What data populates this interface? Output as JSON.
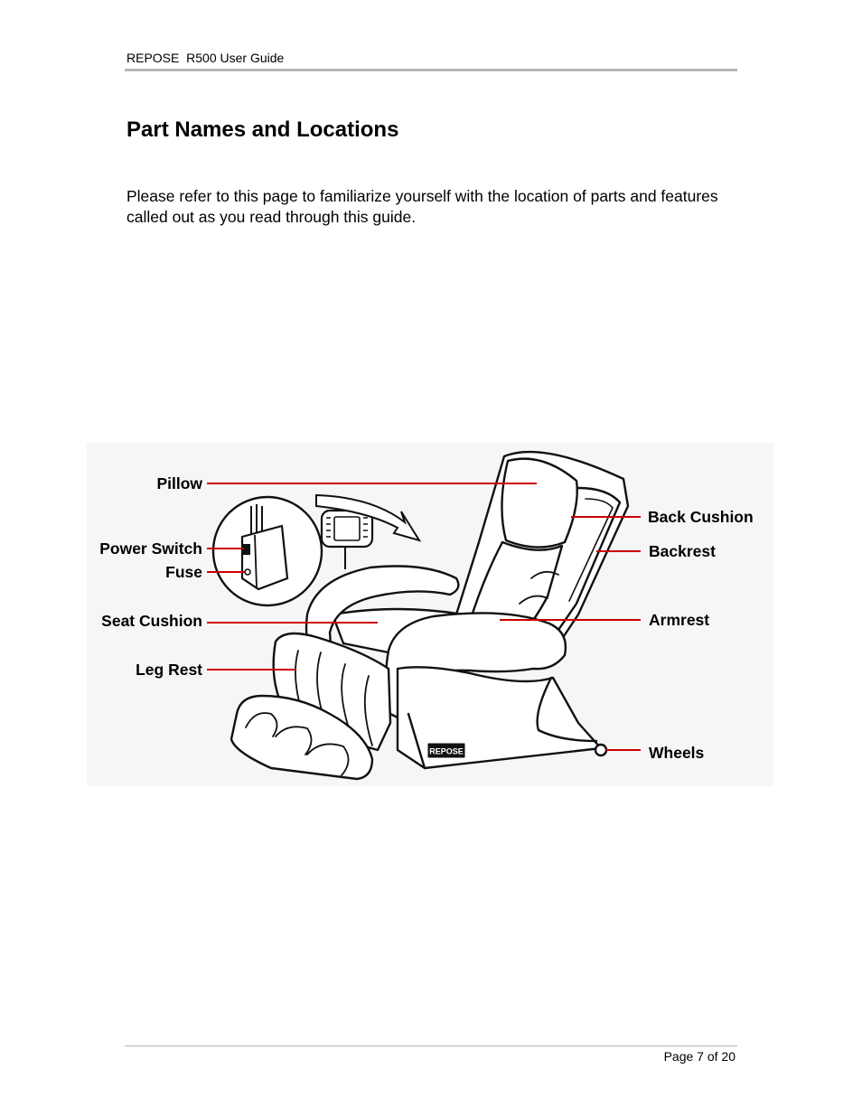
{
  "header": {
    "title": "REPOSE  R500 User Guide"
  },
  "page": {
    "title": "Part Names and Locations",
    "intro": "Please refer to this page to familiarize yourself with the location of parts and features called out as you read through this guide."
  },
  "diagram": {
    "brand_mark": "REPOSE",
    "leader_color": "#cc0000",
    "labels": {
      "pillow": "Pillow",
      "power_switch": "Power Switch",
      "fuse": "Fuse",
      "seat_cushion": "Seat Cushion",
      "leg_rest": "Leg Rest",
      "back_cushion": "Back Cushion",
      "backrest": "Backrest",
      "armrest": "Armrest",
      "wheels": "Wheels"
    }
  },
  "footer": {
    "page_number": "Page 7 of 20"
  }
}
